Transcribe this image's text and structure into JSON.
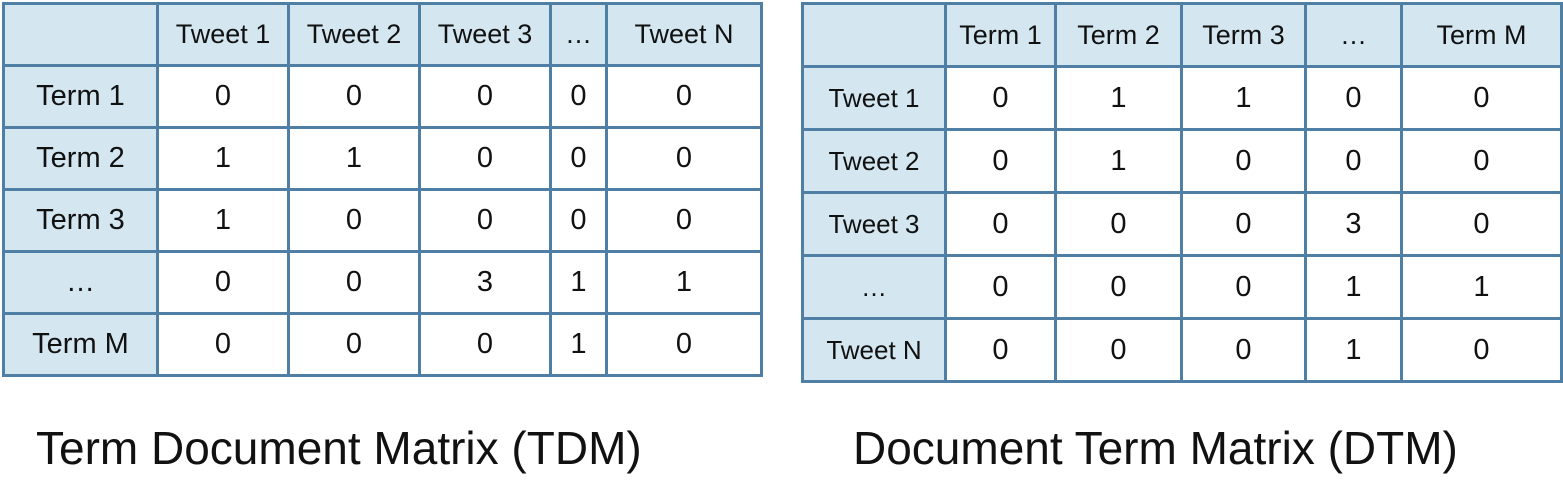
{
  "tdm": {
    "caption": "Term Document Matrix (TDM)",
    "column_headers": [
      "Tweet 1",
      "Tweet 2",
      "Tweet 3",
      "…",
      "Tweet N"
    ],
    "rows": [
      {
        "label": "Term 1",
        "values": [
          "0",
          "0",
          "0",
          "0",
          "0"
        ]
      },
      {
        "label": "Term 2",
        "values": [
          "1",
          "1",
          "0",
          "0",
          "0"
        ]
      },
      {
        "label": "Term 3",
        "values": [
          "1",
          "0",
          "0",
          "0",
          "0"
        ]
      },
      {
        "label": "…",
        "values": [
          "0",
          "0",
          "3",
          "1",
          "1"
        ]
      },
      {
        "label": "Term M",
        "values": [
          "0",
          "0",
          "0",
          "1",
          "0"
        ]
      }
    ]
  },
  "dtm": {
    "caption": "Document Term Matrix (DTM)",
    "column_headers": [
      "Term 1",
      "Term 2",
      "Term 3",
      "…",
      "Term M"
    ],
    "rows": [
      {
        "label": "Tweet 1",
        "values": [
          "0",
          "1",
          "1",
          "0",
          "0"
        ]
      },
      {
        "label": "Tweet 2",
        "values": [
          "0",
          "1",
          "0",
          "0",
          "0"
        ]
      },
      {
        "label": "Tweet 3",
        "values": [
          "0",
          "0",
          "0",
          "3",
          "0"
        ]
      },
      {
        "label": "…",
        "values": [
          "0",
          "0",
          "0",
          "1",
          "1"
        ]
      },
      {
        "label": "Tweet N",
        "values": [
          "0",
          "0",
          "0",
          "1",
          "0"
        ]
      }
    ]
  },
  "colors": {
    "border": "#4f7fa5",
    "header_fill": "#d4e6f0",
    "cell_fill": "#ffffff"
  }
}
